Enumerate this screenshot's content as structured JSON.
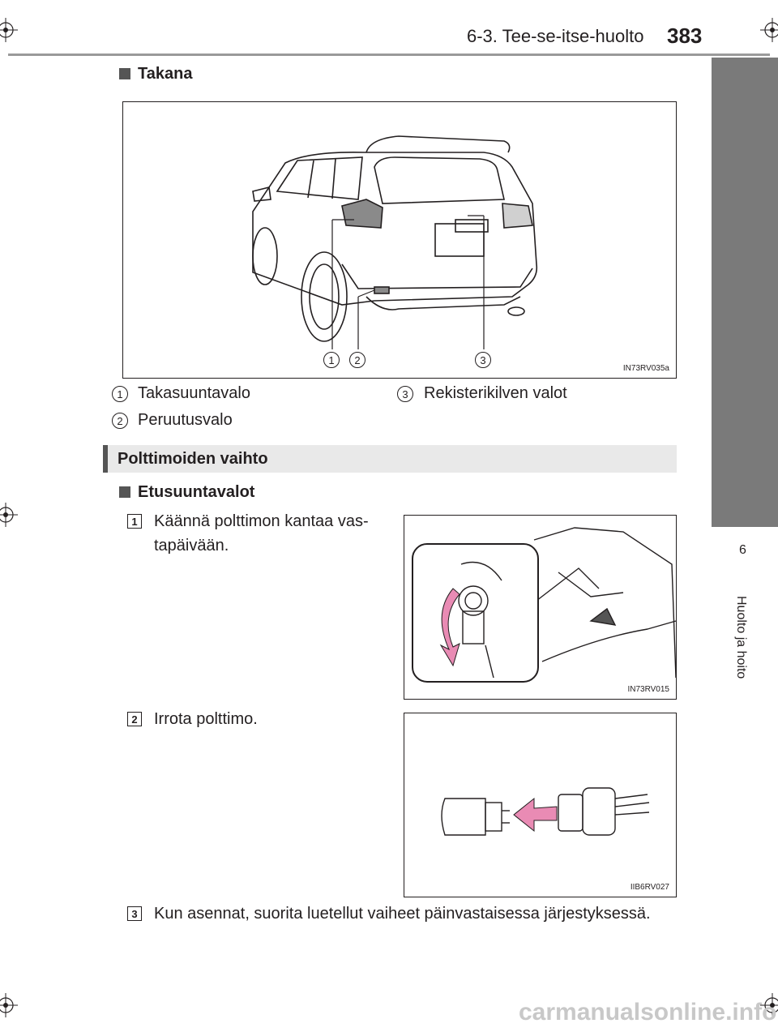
{
  "header": {
    "section": "6-3. Tee-se-itse-huolto",
    "page_number": "383"
  },
  "side_tab": {
    "chapter_number": "6",
    "chapter_title": "Huolto ja hoito"
  },
  "rear": {
    "heading": "Takana",
    "figure_code": "IN73RV035a",
    "callouts": [
      "1",
      "2",
      "3"
    ],
    "items": [
      {
        "num": "1",
        "label": "Takasuuntavalo"
      },
      {
        "num": "2",
        "label": "Peruutusvalo"
      },
      {
        "num": "3",
        "label": "Rekisterikilven valot"
      }
    ]
  },
  "bulb_section": {
    "title": "Polttimoiden vaihto",
    "subheading": "Etusuuntavalot",
    "steps": [
      {
        "num": "1",
        "text_line1": "Käännä polttimon kantaa vas-",
        "text_line2": "tapäivään.",
        "figure_code": "IN73RV015"
      },
      {
        "num": "2",
        "text": "Irrota polttimo.",
        "figure_code": "IIB6RV027"
      },
      {
        "num": "3",
        "text": "Kun asennat, suorita luetellut vaiheet päinvastaisessa järjestyksessä."
      }
    ]
  },
  "watermark": "carmanualsonline.info"
}
